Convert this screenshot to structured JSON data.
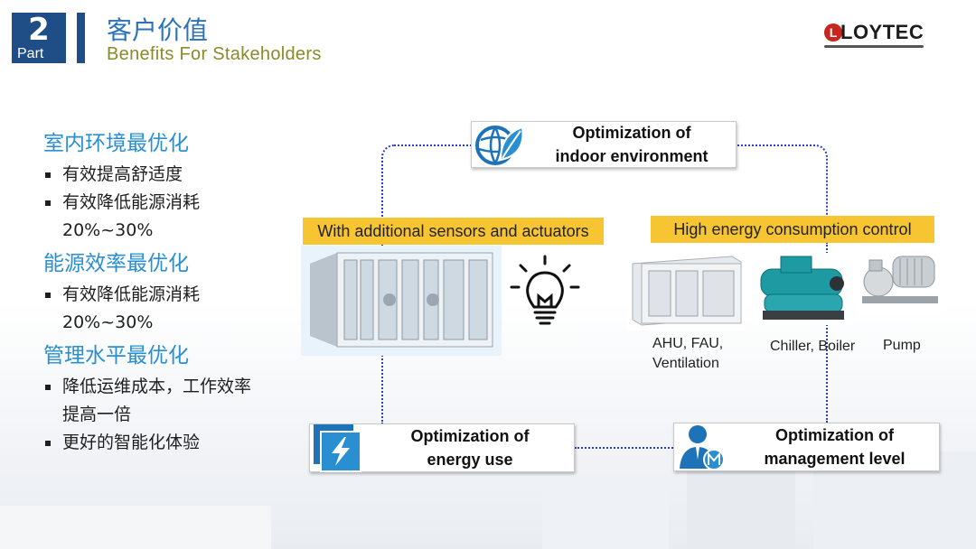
{
  "header": {
    "part_number": "2",
    "part_word": "Part",
    "title_cn": "客户价值",
    "title_en": "Benefits For Stakeholders",
    "logo_text": "LOYTEC",
    "logo_initial": "L"
  },
  "sections": [
    {
      "heading": "室内环境最优化",
      "bullets": [
        {
          "lines": [
            "有效提高舒适度"
          ]
        },
        {
          "lines": [
            "有效降低能源消耗",
            "20%~30%"
          ]
        }
      ]
    },
    {
      "heading": "能源效率最优化",
      "bullets": [
        {
          "lines": [
            "有效降低能源消耗",
            "20%~30%"
          ]
        }
      ]
    },
    {
      "heading": "管理水平最优化",
      "bullets": [
        {
          "lines": [
            "降低运维成本，工作效率",
            "提高一倍"
          ]
        },
        {
          "lines": [
            "更好的智能化体验"
          ]
        }
      ]
    }
  ],
  "diagram": {
    "indoor": {
      "line1": "Optimization of",
      "line2": "indoor environment"
    },
    "energy": {
      "line1": "Optimization of",
      "line2": "energy use"
    },
    "management": {
      "line1": "Optimization of",
      "line2": "management level"
    },
    "tag_sensors": "With additional sensors and actuators",
    "tag_energy": "High energy consumption control",
    "equipment": {
      "ahu_line1": "AHU, FAU,",
      "ahu_line2": "Ventilation",
      "chiller": "Chiller, Boiler",
      "pump": "Pump"
    }
  },
  "colors": {
    "brand_blue": "#1f4e86",
    "heading_blue": "#2a8fd0",
    "tag_yellow": "#f7c531",
    "dotted_line": "#2b3fc4",
    "logo_red": "#c8261c"
  }
}
